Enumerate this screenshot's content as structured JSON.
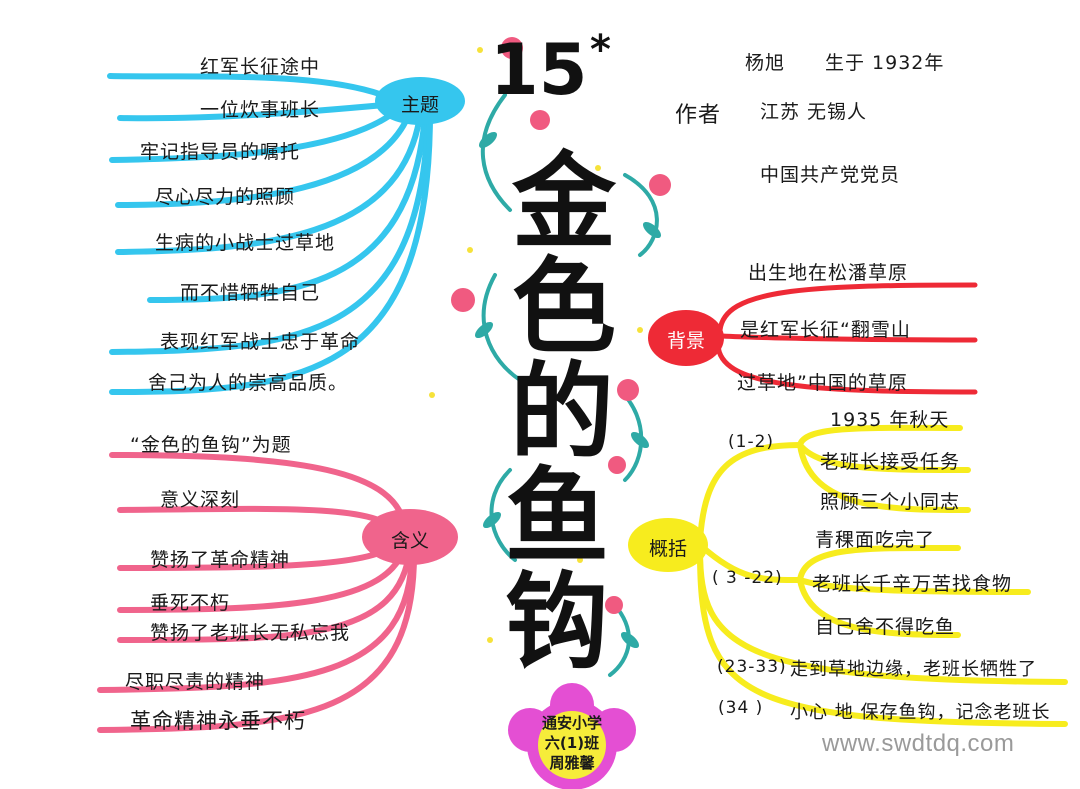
{
  "title": {
    "number": "15",
    "star": "*",
    "chars": [
      "金",
      "色",
      "的",
      "鱼",
      "钩"
    ]
  },
  "author": {
    "label": "作者",
    "name": "杨旭",
    "born": "生于 1932年",
    "place": "江苏 无锡人",
    "party": "中国共产党党员"
  },
  "theme": {
    "label": "主题",
    "items": [
      "红军长征途中",
      "一位炊事班长",
      "牢记指导员的嘱托",
      "尽心尽力的照顾",
      "生病的小战士过草地",
      "而不惜牺牲自己",
      "表现红军战士忠于革命",
      "舍己为人的崇高品质。"
    ]
  },
  "meaning": {
    "label": "含义",
    "items": [
      "“金色的鱼钩”为题",
      "意义深刻",
      "赞扬了革命精神",
      "垂死不朽",
      "赞扬了老班长无私忘我",
      "尽职尽责的精神",
      "革命精神永垂不朽"
    ]
  },
  "background": {
    "label": "背景",
    "items": [
      "出生地在松潘草原",
      "是红军长征“翻雪山",
      "过草地”中国的草原"
    ]
  },
  "summary": {
    "label": "概括",
    "sections": [
      {
        "range": "(1-2)",
        "items": [
          "1935 年秋天",
          "老班长接受任务",
          "照顾三个小同志"
        ]
      },
      {
        "range": "( 3 -22)",
        "items": [
          "青稞面吃完了",
          "老班长千辛万苦找食物",
          "自己舍不得吃鱼"
        ]
      },
      {
        "range": "(23-33)",
        "items": [
          "走到草地边缘，老班长牺牲了"
        ]
      },
      {
        "range": "(34 )",
        "items": [
          "小心 地 保存鱼钩，记念老班长"
        ]
      }
    ]
  },
  "badge": {
    "lines": [
      "通安小学",
      "六(1)班",
      "周雅馨"
    ]
  },
  "watermark": "www.swdtdq.com",
  "colors": {
    "theme": "#35c6ee",
    "meaning": "#f0648c",
    "background": "#ee2a36",
    "summary": "#f7ec1e",
    "vine": "#2eaaa6",
    "flower": "#f05a80",
    "badge": "#e23ccf"
  }
}
